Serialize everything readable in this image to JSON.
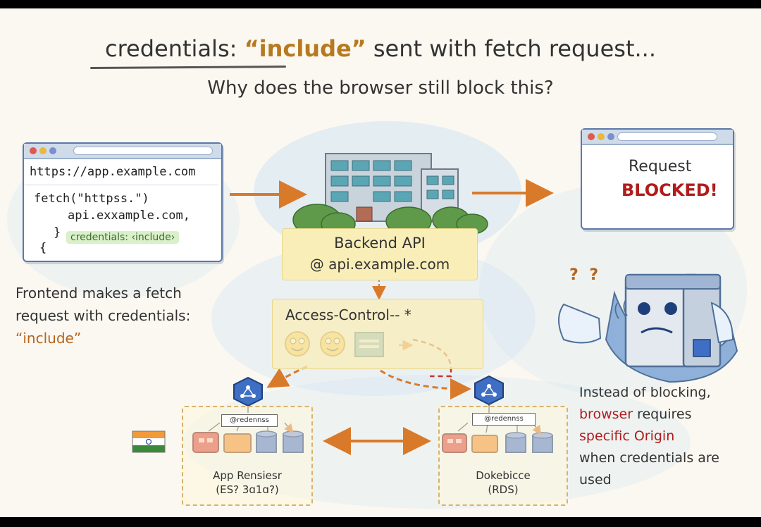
{
  "title": {
    "prefix": "credentials: ",
    "highlight": "“include”",
    "suffix": " sent with fetch request..."
  },
  "subtitle": "Why does the browser still block this?",
  "frontend_window": {
    "url": "https://app.example.com",
    "code_line1": "fetch(\"httpss.\")",
    "code_line2": "api.exxample.com,",
    "code_line3": "}",
    "code_line4": "{",
    "credentials_chip": "credentials: ‹include›"
  },
  "frontend_caption": {
    "line1": "Frontend makes a fetch",
    "line2": "request with credentials:",
    "line3": "“include”"
  },
  "backend": {
    "line1": "Backend API",
    "line2": "@ api.example.com"
  },
  "access_control": {
    "label": "Access-Control-- *"
  },
  "blocked_window": {
    "line1": "Request",
    "line2": "BLOCKED!"
  },
  "left_cluster": {
    "header": "@redennss",
    "line1": "App Rensiesr",
    "line2": "(ES? 3ɑ1ɑ?)"
  },
  "right_cluster": {
    "header": "@redennss",
    "line1": "Dokebicce",
    "line2": "(RDS)"
  },
  "browser_face": {
    "question_marks": "? ?"
  },
  "right_caption": {
    "line1": "Instead of blocking,",
    "line2a": "browser",
    "line2b": " requires",
    "line3": "specific Origin",
    "line4": "when credentials are",
    "line5": "used"
  },
  "colors": {
    "accent_orange": "#b7791f",
    "blocked_red": "#b11c1c",
    "arrow_orange": "#d97a2b",
    "window_blue": "#5b79a8",
    "shield_orange": "#d9762b",
    "shield_red": "#c8362e"
  }
}
